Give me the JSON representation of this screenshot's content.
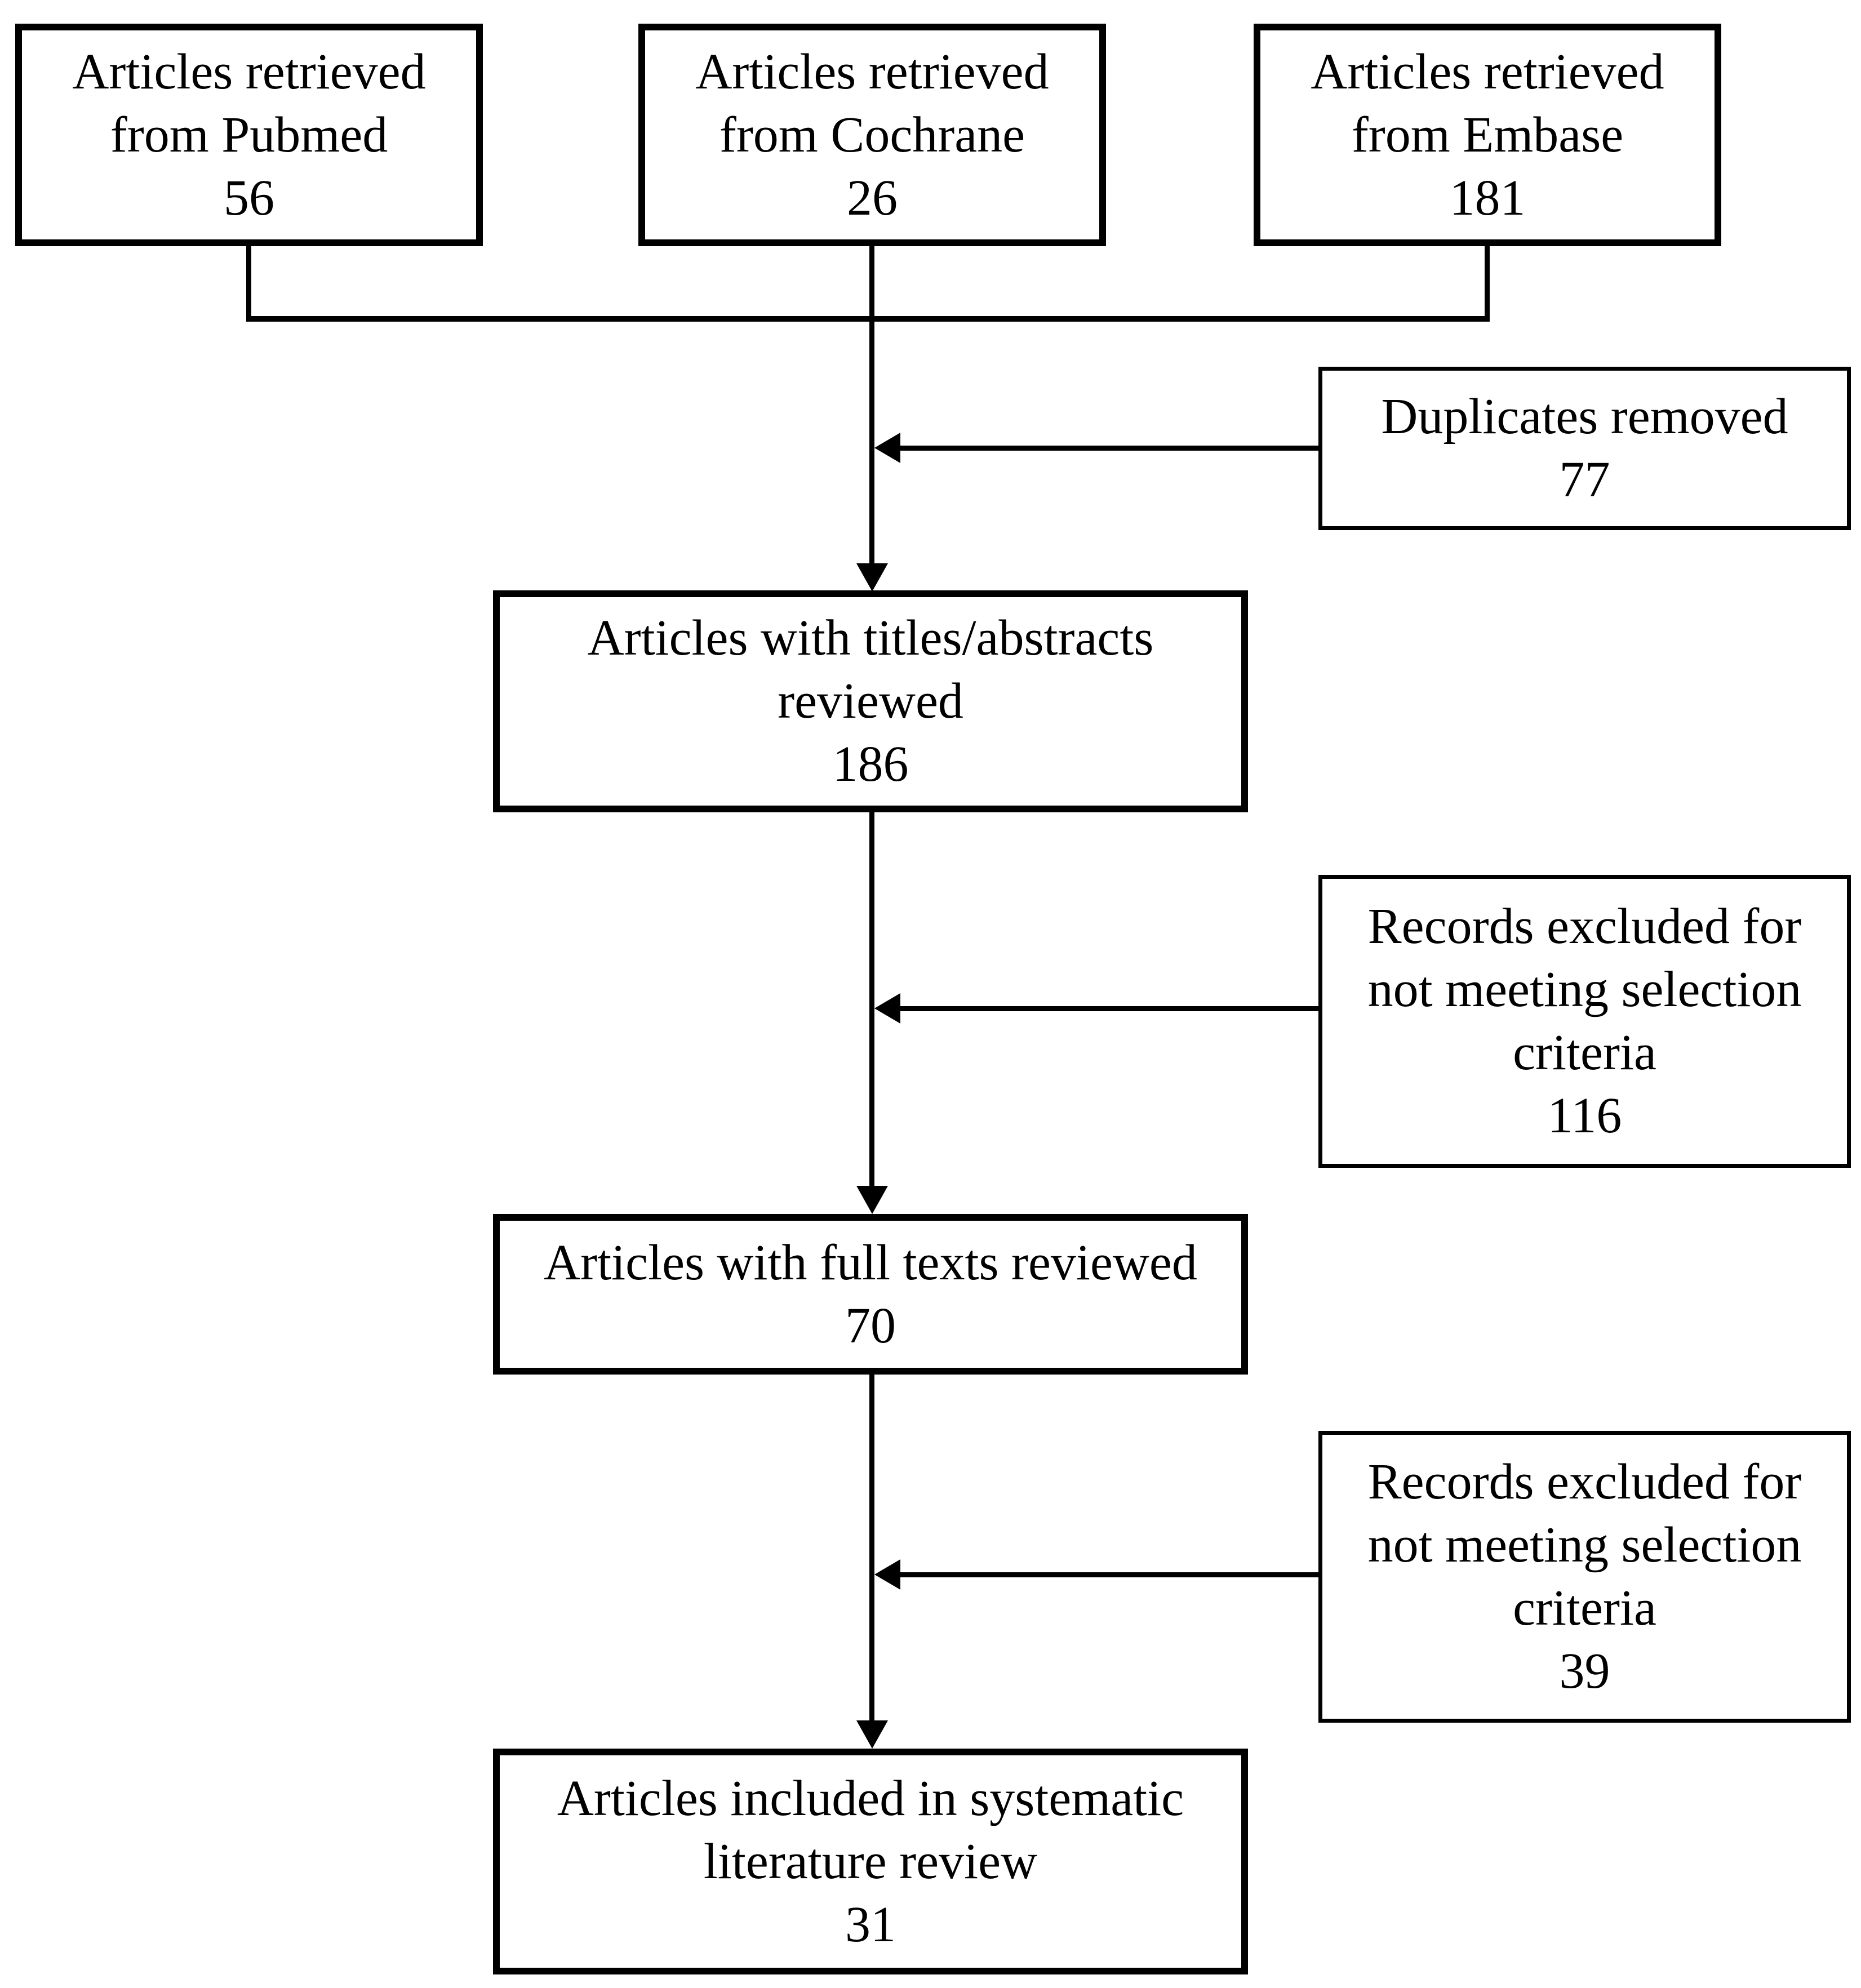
{
  "diagram": {
    "type": "flowchart",
    "colors": {
      "line": "#000000",
      "box_border": "#000000",
      "box_background": "#ffffff",
      "page_background": "#ffffff"
    },
    "boxes": {
      "pubmed": {
        "lines": [
          "Articles retrieved",
          "from Pubmed",
          "56"
        ],
        "count": "56"
      },
      "cochrane": {
        "lines": [
          "Articles retrieved",
          "from Cochrane",
          "26"
        ],
        "count": "26"
      },
      "embase": {
        "lines": [
          "Articles retrieved",
          "from Embase",
          "181"
        ],
        "count": "181"
      },
      "duplicates_removed": {
        "lines": [
          "Duplicates removed",
          "77"
        ],
        "count": "77"
      },
      "titles_abstracts_reviewed": {
        "lines": [
          "Articles with titles/abstracts",
          "reviewed",
          "186"
        ],
        "count": "186"
      },
      "excluded_after_titles": {
        "lines": [
          "Records excluded for",
          "not meeting selection",
          "criteria",
          "116"
        ],
        "count": "116"
      },
      "full_texts_reviewed": {
        "lines": [
          "Articles with full texts reviewed",
          "70"
        ],
        "count": "70"
      },
      "excluded_after_full_text": {
        "lines": [
          "Records excluded for",
          "not meeting selection",
          "criteria",
          "39"
        ],
        "count": "39"
      },
      "included_in_review": {
        "lines": [
          "Articles included in systematic",
          "literature review",
          "31"
        ],
        "count": "31"
      }
    }
  }
}
